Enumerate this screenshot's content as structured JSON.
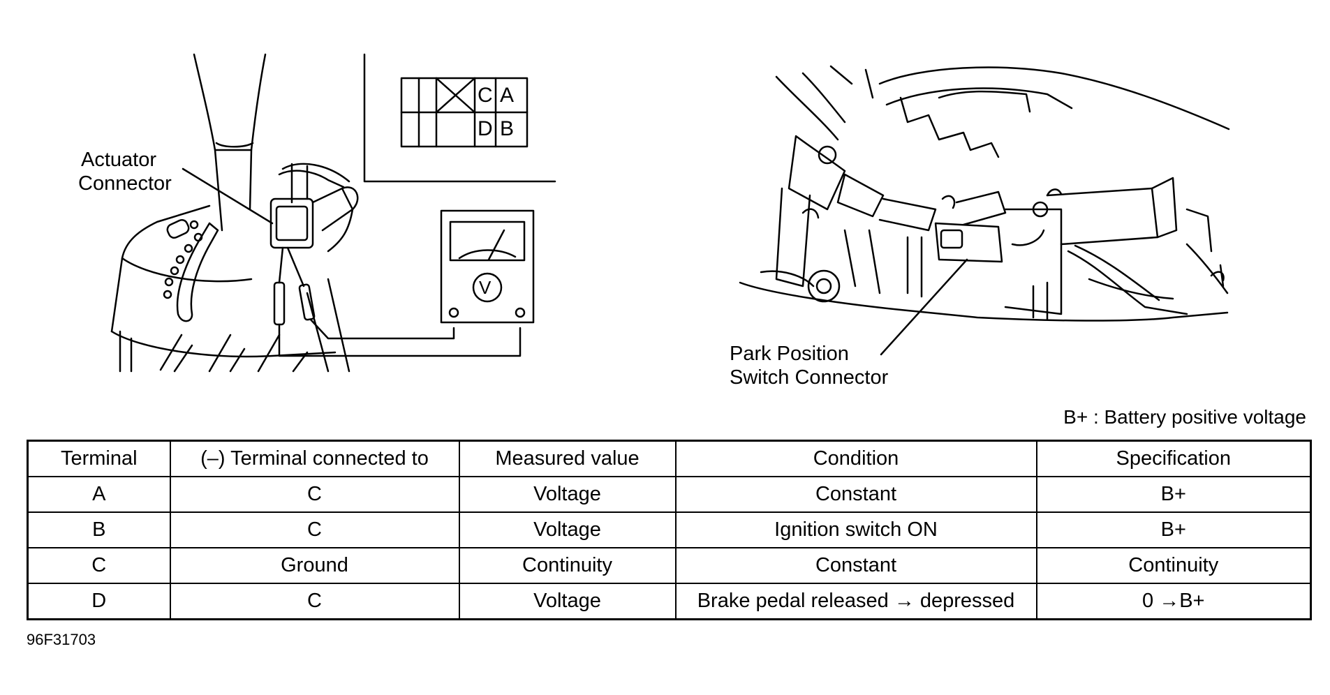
{
  "figure": {
    "left_label_line1": "Actuator",
    "left_label_line2": "Connector",
    "right_label_line1": "Park Position",
    "right_label_line2": "Switch Connector",
    "connector_pins": [
      "C",
      "A",
      "D",
      "B"
    ],
    "meter_symbol": "V",
    "figure_code": "96F31703"
  },
  "note": "B+ : Battery positive voltage",
  "table": {
    "headers": [
      "Terminal",
      "(–) Terminal connected to",
      "Measured value",
      "Condition",
      "Specification"
    ],
    "rows": [
      [
        "A",
        "C",
        "Voltage",
        "Constant",
        "B+"
      ],
      [
        "B",
        "C",
        "Voltage",
        "Ignition switch ON",
        "B+"
      ],
      [
        "C",
        "Ground",
        "Continuity",
        "Constant",
        "Continuity"
      ],
      [
        "D",
        "C",
        "Voltage",
        "Brake pedal released → depressed",
        "0 →B+"
      ]
    ]
  }
}
